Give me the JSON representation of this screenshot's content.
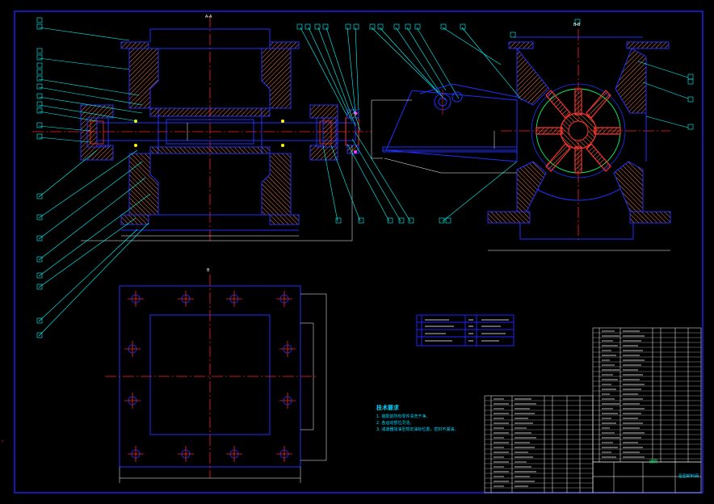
{
  "views": {
    "front_section": {
      "label": "A-A"
    },
    "side_section": {
      "label": "B-B"
    },
    "top_view": {
      "label": "B"
    }
  },
  "tech_requirements": {
    "title": "技术要求",
    "lines": [
      "1. 装配前所有零件清洗干净。",
      "2. 各运动部位灵活。",
      "3. 减速器加油至规定油标位置，密封不漏油。"
    ]
  },
  "title_block": {
    "scale_label": "比例",
    "drawing_name": "星型卸料阀"
  },
  "colors": {
    "frame": "#2020ff",
    "outline": "#2030ff",
    "centerline": "#ff2020",
    "leader": "#00ffff",
    "hatch": "#ff8040",
    "dim": "#ffffff",
    "wheel": "#00ff66",
    "rotor": "#ff3030"
  }
}
